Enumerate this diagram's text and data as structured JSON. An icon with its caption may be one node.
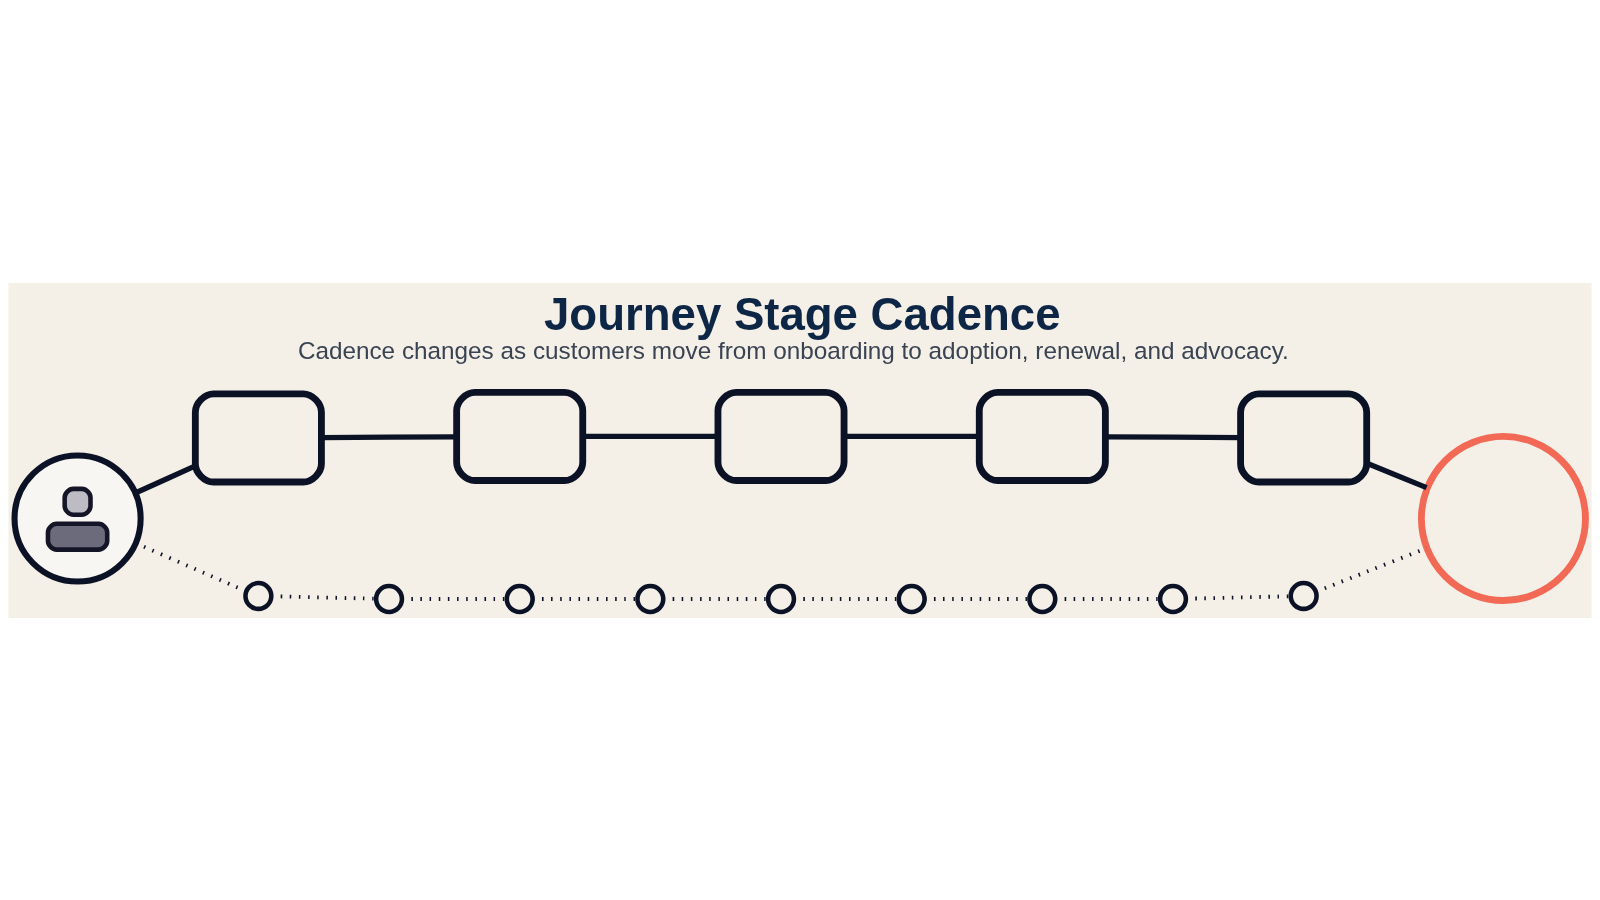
{
  "diagram": {
    "title": "Journey Stage Cadence",
    "caption": "Cadence changes as customers move from onboarding to adoption, renewal, and advocacy.",
    "nodes": [
      {
        "text": [],
        "shape": "person"
      },
      {
        "text": [],
        "shape": "box"
      },
      {
        "text": [],
        "shape": "box"
      },
      {
        "text": [],
        "shape": "box"
      },
      {
        "text": [],
        "shape": "box"
      },
      {
        "text": [],
        "shape": "box"
      },
      {
        "text": [],
        "shape": "circle"
      },
      {
        "text": [],
        "shape": "circle"
      },
      {
        "text": [],
        "shape": "circle"
      },
      {
        "text": [],
        "shape": "circle"
      },
      {
        "text": [],
        "shape": "circle"
      },
      {
        "text": [],
        "shape": "circle"
      },
      {
        "text": [],
        "shape": "circle"
      },
      {
        "text": [],
        "shape": "circle"
      },
      {
        "text": [],
        "shape": "circle"
      },
      {
        "text": [],
        "shape": "circle"
      }
    ],
    "edges": [
      {
        "from": 0,
        "to": 1,
        "arrow": "none"
      },
      {
        "from": 1,
        "to": 2,
        "arrow": "none"
      },
      {
        "from": 2,
        "to": 3,
        "arrow": "none"
      },
      {
        "from": 3,
        "to": 4,
        "arrow": "none"
      },
      {
        "from": 4,
        "to": 5,
        "arrow": "none"
      },
      {
        "from": 5,
        "to": 6,
        "arrow": "none"
      },
      {
        "from": 0,
        "to": 7,
        "arrow": "none",
        "style": "dashed"
      },
      {
        "from": 7,
        "to": 8,
        "arrow": "none",
        "style": "dashed"
      },
      {
        "from": 8,
        "to": 9,
        "arrow": "none",
        "style": "dashed"
      },
      {
        "from": 9,
        "to": 10,
        "arrow": "none",
        "style": "dashed"
      },
      {
        "from": 10,
        "to": 11,
        "arrow": "none",
        "style": "dashed"
      },
      {
        "from": 11,
        "to": 12,
        "arrow": "none",
        "style": "dashed"
      },
      {
        "from": 12,
        "to": 13,
        "arrow": "none",
        "style": "dashed"
      },
      {
        "from": 13,
        "to": 14,
        "arrow": "none",
        "style": "dashed"
      },
      {
        "from": 14,
        "to": 15,
        "arrow": "none",
        "style": "dashed"
      },
      {
        "from": 15,
        "to": 6,
        "arrow": "none",
        "style": "dashed"
      }
    ]
  }
}
